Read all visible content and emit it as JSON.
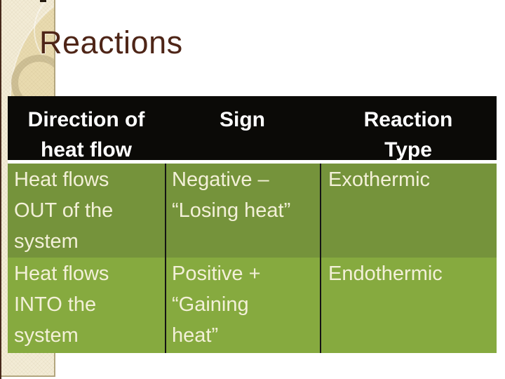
{
  "slide": {
    "title": "Reactions"
  },
  "table": {
    "headers": [
      "Direction of\nheat flow",
      "Sign",
      "Reaction\nType"
    ],
    "rows": [
      {
        "cells": [
          "Heat flows\nOUT of the\nsystem",
          "Negative –\n“Losing heat”",
          "Exothermic"
        ]
      },
      {
        "cells": [
          "Heat flows\nINTO the\nsystem",
          "Positive +\n“Gaining\nheat”",
          "Endothermic"
        ]
      }
    ]
  },
  "colors": {
    "header_bg": "#0b0a07",
    "header_text": "#ffffff",
    "row1_bg": "#75933b",
    "row2_bg": "#86aa3f",
    "body_text": "#f3f0d8",
    "divider": "#141414",
    "title_color": "#4e2517",
    "strip_base": "#e9dbb0",
    "strip_base_light": "#f3ecd6",
    "strip_border": "#b3a67e",
    "ring_tan": "#cbbc94",
    "left_edge": "#46281a"
  }
}
